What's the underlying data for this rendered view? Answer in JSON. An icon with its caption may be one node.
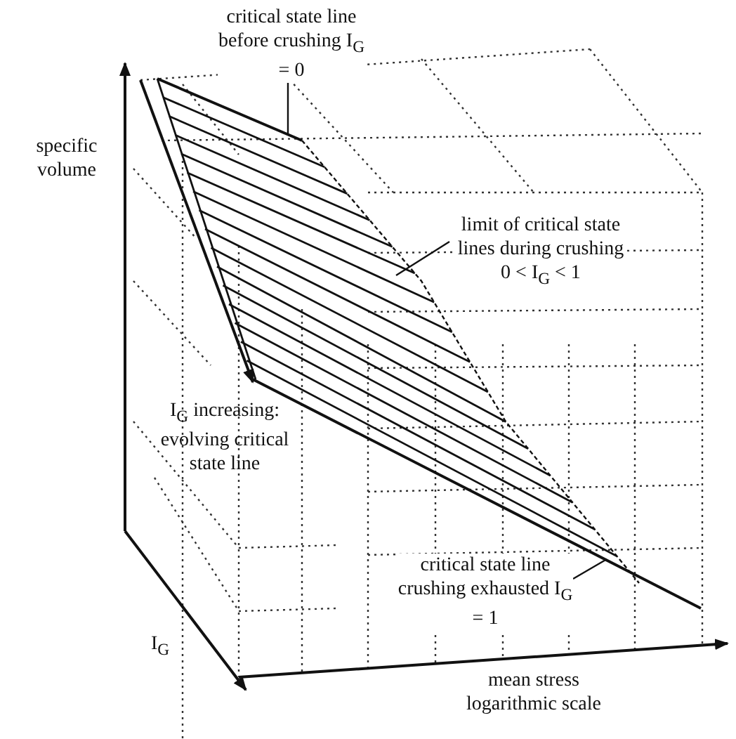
{
  "diagram": {
    "nodes": [
      {
        "text": [
          "critical state line before crushing I$_{G}$ = 0"
        ]
      },
      {
        "text": [
          "limit of critical state lines during crushing 0 < I$_{G}$ < 1"
        ]
      },
      {
        "text": [
          "critical state line crushing exhausted I$_{G}$ = 1"
        ]
      }
    ],
    "edges": [
      {
        "from": 0,
        "to": null,
        "arrow": "none"
      },
      {
        "from": 1,
        "to": null,
        "arrow": "none"
      },
      {
        "from": 2,
        "to": null,
        "arrow": "none"
      }
    ],
    "labels": [
      "specific volume",
      "I$_{G}$ increasing: evolving critical state line",
      "I$_{G}$",
      "mean stress logarithmic scale"
    ]
  }
}
